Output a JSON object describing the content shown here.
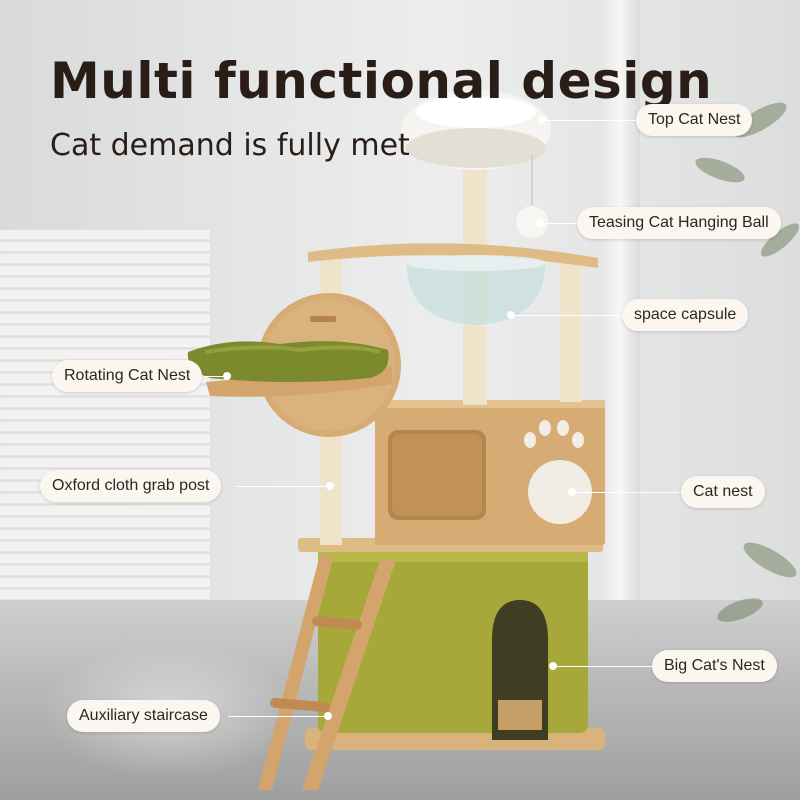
{
  "headline": "Multi functional design",
  "subheadline": "Cat demand is fully met",
  "callouts": {
    "top_cat_nest": "Top Cat Nest",
    "teasing_ball": "Teasing Cat Hanging Ball",
    "space_capsule": "space capsule",
    "rotating_nest": "Rotating Cat Nest",
    "grab_post": "Oxford cloth grab post",
    "cat_nest": "Cat nest",
    "big_cat_nest": "Big Cat's Nest",
    "staircase": "Auxiliary staircase"
  },
  "colors": {
    "headline": "#2a1d17",
    "wood": "#d9b27e",
    "sisal": "#efe3c9",
    "green_box": "#a7a83a",
    "green_cushion": "#7c8a2e",
    "callout_bg": "#fbf7f0"
  }
}
